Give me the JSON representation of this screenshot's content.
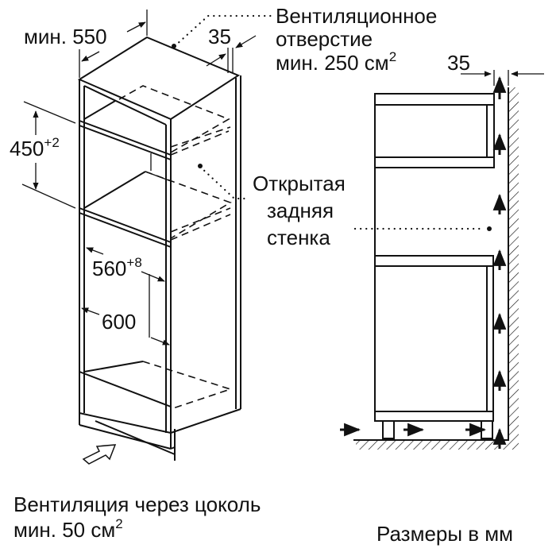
{
  "labels": {
    "min_width": "мин. 550",
    "gap_top": "35",
    "vent_opening_line1": "Вентиляционное",
    "vent_opening_line2": "отверстие",
    "vent_opening_line3": "мин. 250 см",
    "vent_opening_sup": "2",
    "gap_side": "35",
    "niche_height": "450",
    "niche_height_tol": "+2",
    "open_back_line1": "Открытая",
    "open_back_line2": "задняя",
    "open_back_line3": "стенка",
    "niche_width": "560",
    "niche_width_tol": "+8",
    "cabinet_width": "600",
    "plinth_vent_line1": "Вентиляция через цоколь",
    "plinth_vent_line2": "мин. 50 см",
    "plinth_vent_sup": "2",
    "units_note": "Размеры в мм"
  }
}
